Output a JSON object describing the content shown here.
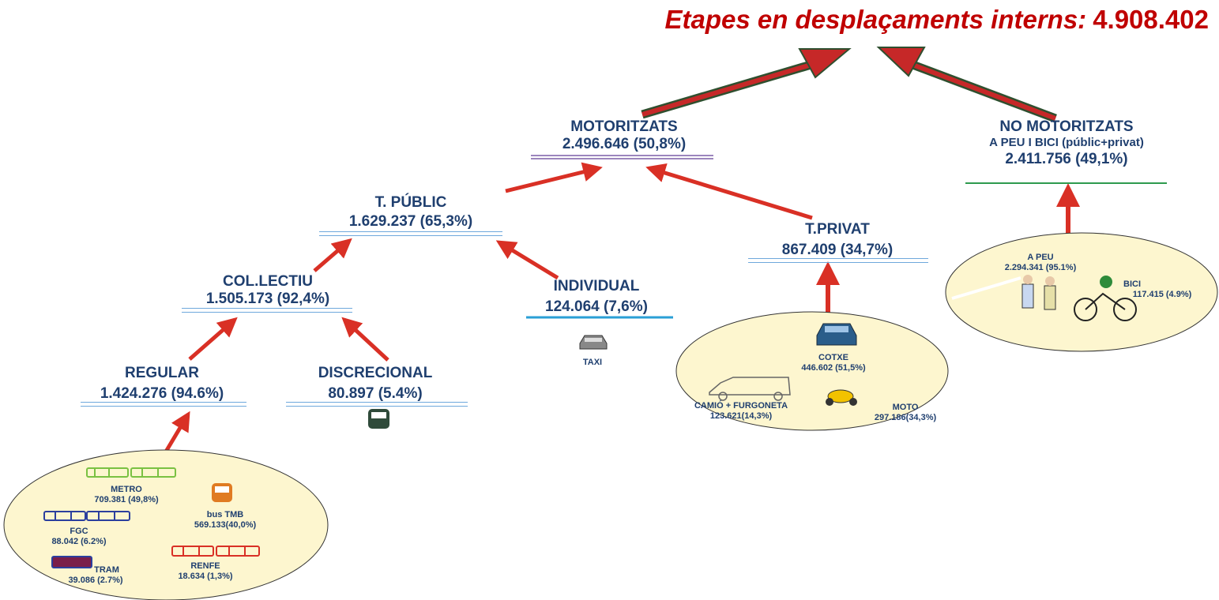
{
  "title": {
    "label": "Etapes en desplaçaments interns:",
    "value": "4.908.402"
  },
  "nodes": {
    "motoritzats": {
      "label": "MOTORITZATS",
      "value": "2.496.646 (50,8%)"
    },
    "no_motoritzats": {
      "label": "NO MOTORITZATS",
      "sub": "A PEU I BICI (públic+privat)",
      "value": "2.411.756 (49,1%)"
    },
    "t_public": {
      "label": "T. PÚBLIC",
      "value": "1.629.237 (65,3%)"
    },
    "t_privat": {
      "label": "T.PRIVAT",
      "value": "867.409 (34,7%)"
    },
    "collectiu": {
      "label": "COL.LECTIU",
      "value": "1.505.173 (92,4%)"
    },
    "individual": {
      "label": "INDIVIDUAL",
      "value": "124.064 (7,6%)"
    },
    "regular": {
      "label": "REGULAR",
      "value": "1.424.276 (94.6%)"
    },
    "discrecional": {
      "label": "DISCRECIONAL",
      "value": "80.897 (5.4%)"
    }
  },
  "taxi": {
    "label": "TAXI"
  },
  "regular_modes": {
    "metro": {
      "label": "METRO",
      "value": "709.381 (49,8%)"
    },
    "bus_tmb": {
      "label": "bus TMB",
      "value": "569.133(40,0%)"
    },
    "fgc": {
      "label": "FGC",
      "value": "88.042 (6.2%)"
    },
    "renfe": {
      "label": "RENFE",
      "value": "18.634 (1,3%)"
    },
    "tram": {
      "label": "TRAM",
      "value": "39.086 (2.7%)"
    }
  },
  "privat_modes": {
    "cotxe": {
      "label": "COTXE",
      "value": "446.602 (51,5%)"
    },
    "camio": {
      "label": "CAMIÓ + FURGONETA",
      "value": "123.621(14,3%)"
    },
    "moto": {
      "label": "MOTO",
      "value": "297.186(34,3%)"
    }
  },
  "no_motor_modes": {
    "a_peu": {
      "label": "A PEU",
      "value": "2.294.341  (95.1%)"
    },
    "bici": {
      "label": "BICI",
      "value": "117.415 (4.9%)"
    }
  },
  "colors": {
    "title": "#c00000",
    "node_text": "#1f3f6f",
    "arrow": "#d93025",
    "ellipse_fill": "#fdf6cf"
  }
}
